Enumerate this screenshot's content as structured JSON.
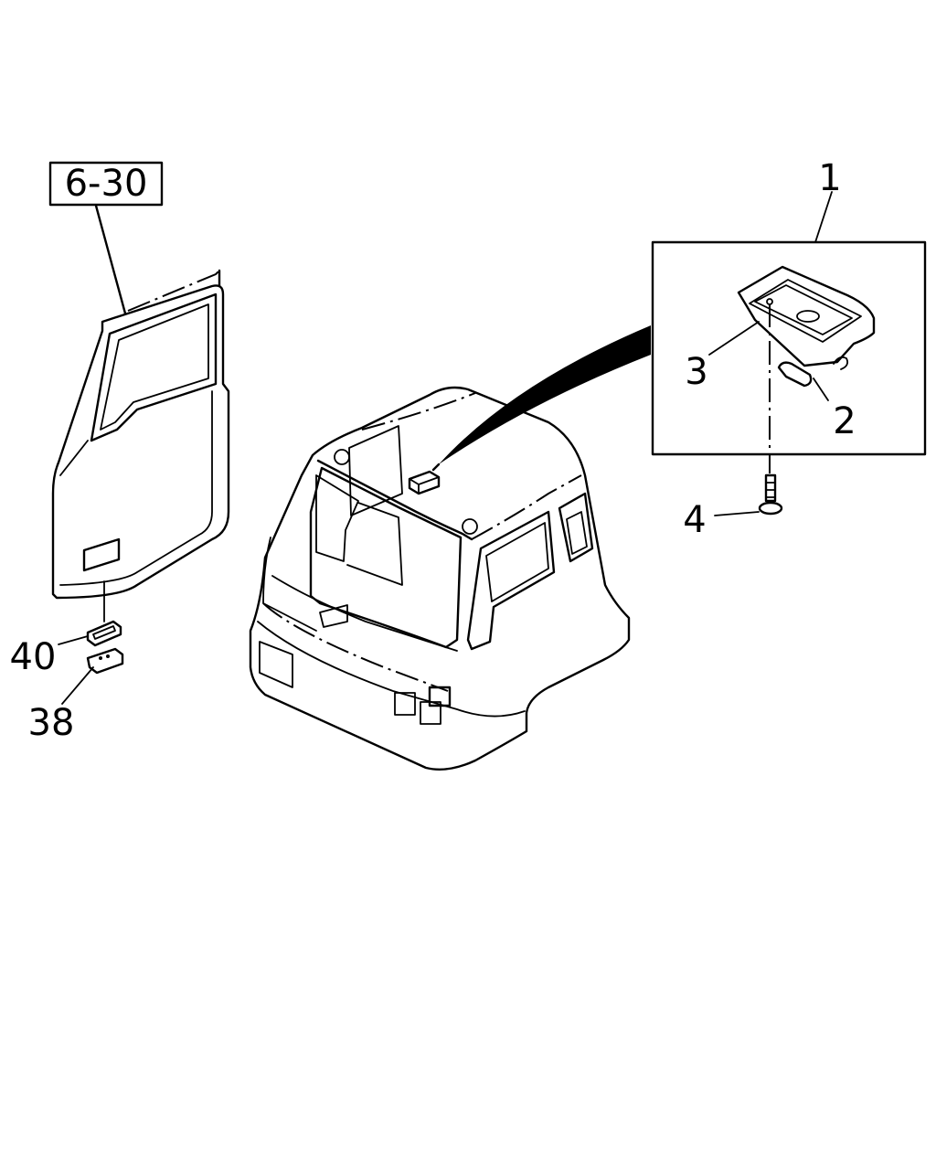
{
  "diagram": {
    "reference_box": "6-30",
    "callouts": {
      "assembly": "1",
      "bulb": "2",
      "lens": "3",
      "screw": "4",
      "door_label_40": "40",
      "door_label_38": "38"
    }
  }
}
